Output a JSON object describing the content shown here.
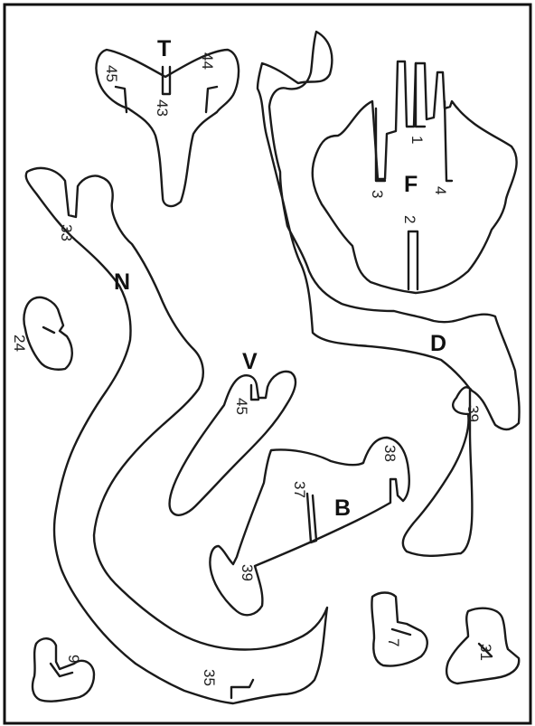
{
  "pieces": [
    {
      "id": "T",
      "letter": "T",
      "numbers": [
        "45",
        "44",
        "43"
      ]
    },
    {
      "id": "F",
      "letter": "F",
      "numbers": [
        "1",
        "3",
        "4",
        "2"
      ]
    },
    {
      "id": "N",
      "letter": "N",
      "numbers": [
        "33"
      ]
    },
    {
      "id": "D",
      "letter": "D",
      "numbers": [
        "39"
      ]
    },
    {
      "id": "V",
      "letter": "V",
      "numbers": [
        "45"
      ]
    },
    {
      "id": "B",
      "letter": "B",
      "numbers": [
        "38",
        "37",
        "39"
      ]
    },
    {
      "id": "small-24",
      "letter": "",
      "numbers": [
        "24"
      ]
    },
    {
      "id": "small-7",
      "letter": "",
      "numbers": [
        "7"
      ]
    },
    {
      "id": "small-31",
      "letter": "",
      "numbers": [
        "31"
      ]
    },
    {
      "id": "small-9",
      "letter": "",
      "numbers": [
        "9"
      ]
    },
    {
      "id": "shared-35",
      "letter": "",
      "numbers": [
        "35"
      ]
    }
  ]
}
